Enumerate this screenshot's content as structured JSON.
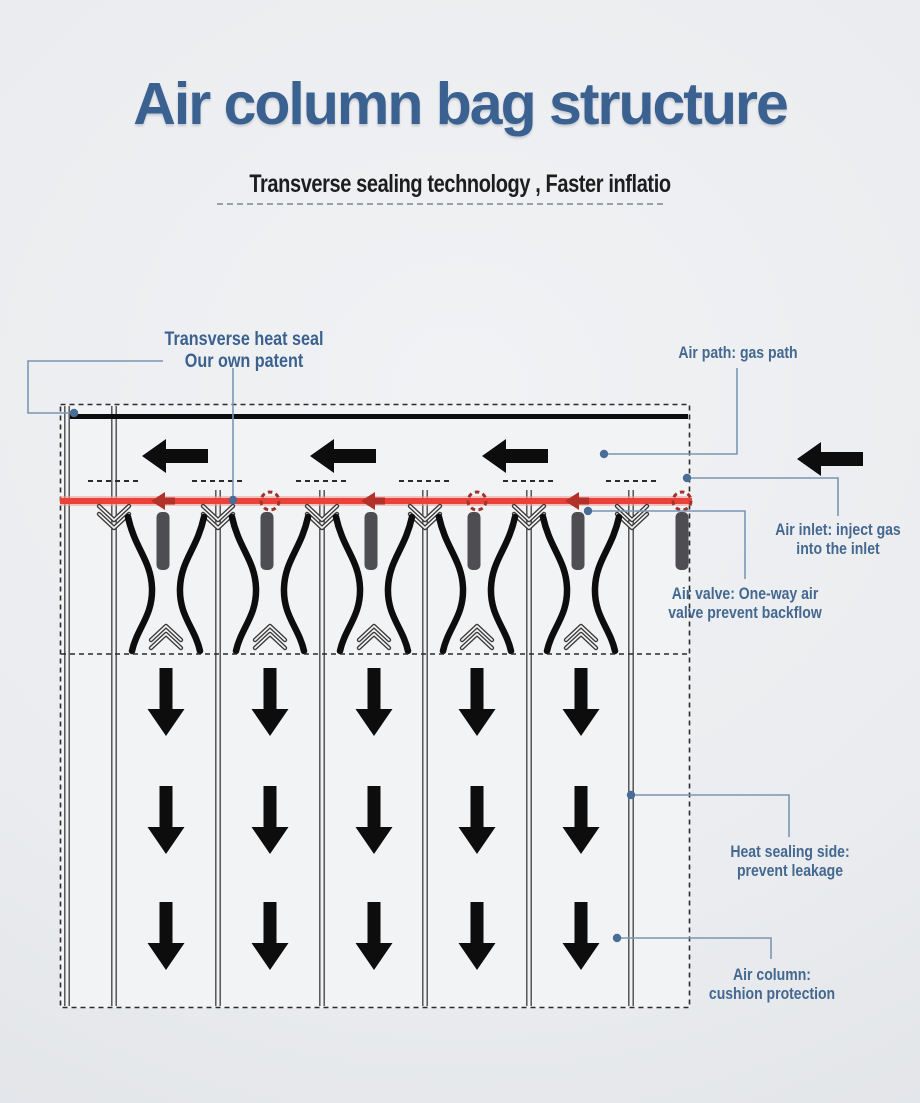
{
  "page": {
    "title": "Air column bag structure",
    "subtitle": "Transverse sealing technology , Faster inflatio"
  },
  "labels": {
    "transverse_heat_seal": {
      "line1": "Transverse heat seal",
      "line2": "Our own patent"
    },
    "air_path": {
      "line1": "Air path: gas path"
    },
    "air_inlet": {
      "line1": "Air inlet: inject gas",
      "line2": "into the inlet"
    },
    "air_valve": {
      "line1": "Air valve: One-way air",
      "line2": "valve prevent backflow"
    },
    "heat_sealing_side": {
      "line1": "Heat sealing side:",
      "line2": "prevent leakage"
    },
    "air_column": {
      "line1": "Air column:",
      "line2": "cushion protection"
    }
  },
  "colors": {
    "title_blue": "#3a6190",
    "label_blue": "#44688f",
    "seal_red": "#ea4238",
    "seal_red_halo": "#f59a93",
    "marker_red": "#b23128",
    "marker_ring_red": "#9e352d",
    "leader_blue": "#7b96b4",
    "dot_blue": "#4a6d98",
    "ink_black": "#0d0d0d",
    "line_gray": "#4a4a4a",
    "bar_gray": "#4e4e52",
    "bag_fill": "#f2f3f5",
    "dash_dark": "#2b2b2b"
  },
  "icons": {
    "left_arrow": "black left flow arrow (gas moving left in top channel)",
    "down_arrow": "black down flow arrow (gas filling air column)",
    "valve_chevron_down": "outlined double chevron pointing down (one-way valve inlet)",
    "valve_chevron_up": "outlined double chevron pointing up (valve outlet)",
    "inlet_ring": "dashed red circle (inlet hole on transverse seal)",
    "seal_arrow": "small red left arrowhead on transverse seal",
    "leader_dot": "blue callout anchor dot"
  }
}
